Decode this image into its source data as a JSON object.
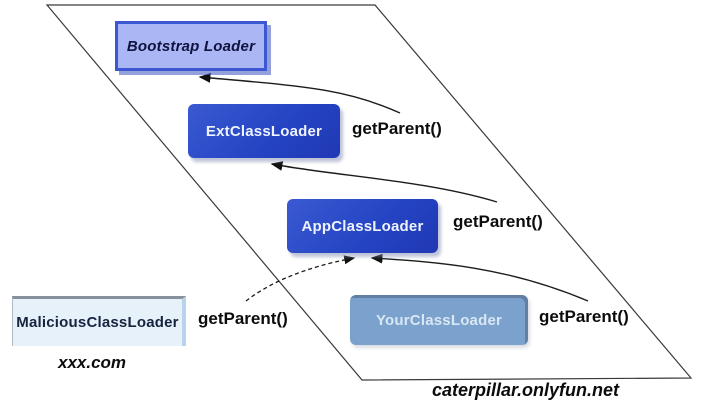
{
  "diagram": {
    "type": "class-loader-hierarchy",
    "nodes": [
      {
        "id": "bootstrap-loader",
        "label": "Bootstrap Loader",
        "style": "periwinkle-outlined"
      },
      {
        "id": "ext-class-loader",
        "label": "ExtClassLoader",
        "style": "royal-blue"
      },
      {
        "id": "app-class-loader",
        "label": "AppClassLoader",
        "style": "royal-blue"
      },
      {
        "id": "malicious-class-loader",
        "label": "MaliciousClassLoader",
        "style": "pale-blue-3d"
      },
      {
        "id": "your-class-loader",
        "label": "YourClassLoader",
        "style": "steel-blue"
      }
    ],
    "edges": [
      {
        "from": "ext-class-loader",
        "to": "bootstrap-loader",
        "label": "getParent()",
        "line": "solid"
      },
      {
        "from": "app-class-loader",
        "to": "ext-class-loader",
        "label": "getParent()",
        "line": "solid"
      },
      {
        "from": "your-class-loader",
        "to": "app-class-loader",
        "label": "getParent()",
        "line": "solid"
      },
      {
        "from": "malicious-class-loader",
        "to": "app-class-loader",
        "label": "getParent()",
        "line": "dashed"
      }
    ],
    "captions": {
      "malicious_source": "xxx.com",
      "watermark": "caterpillar.onlyfun.net"
    },
    "colors": {
      "royal_blue": "#2a4ac8",
      "periwinkle": "#aab7f4",
      "periwinkle_border": "#3b57d2",
      "steel_blue": "#7ba1cd",
      "pale_blue": "#e7f1fa",
      "line": "#2a2a2a",
      "background": "#ffffff"
    }
  }
}
